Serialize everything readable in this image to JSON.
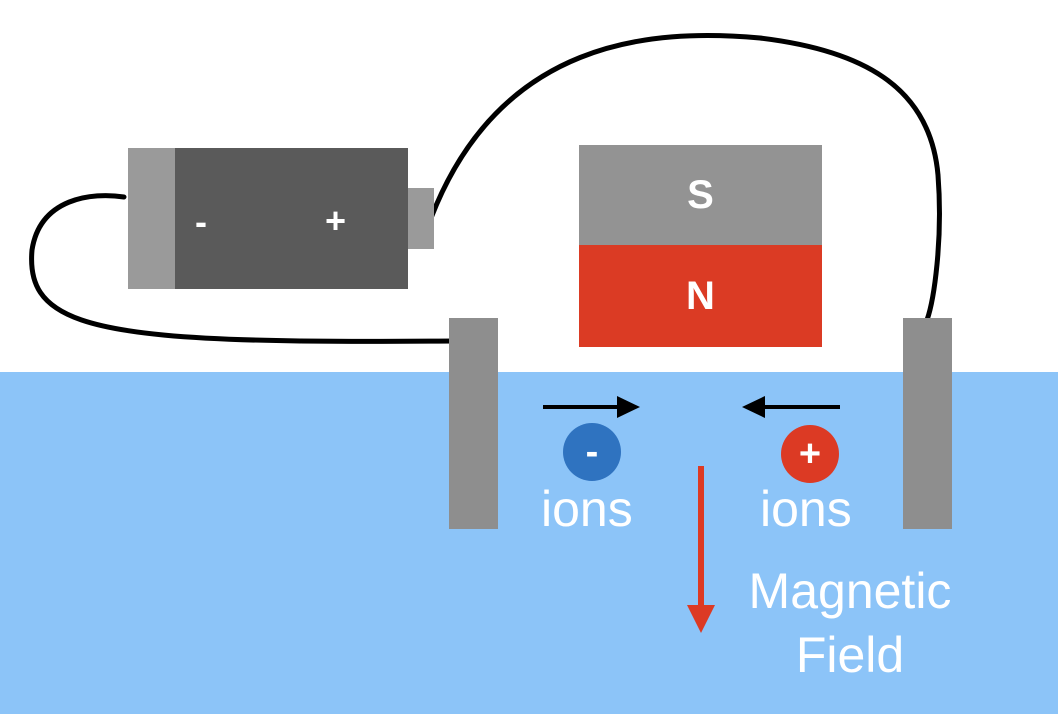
{
  "colors": {
    "water": "#8cc4f8",
    "battery_body": "#5a5a5a",
    "battery_terminal": "#9a9a9a",
    "magnet_south": "#939393",
    "magnet_north": "#db3b24",
    "electrode": "#8e8e8e",
    "wire": "#000000",
    "negative_ion": "#2f73c0",
    "positive_ion": "#dc3a24",
    "field_arrow": "#dc3a24",
    "ion_arrow": "#000000"
  },
  "battery": {
    "negative_label": "-",
    "positive_label": "+"
  },
  "magnet": {
    "south_label": "S",
    "north_label": "N"
  },
  "ions": {
    "negative": {
      "badge": "-",
      "label": "ions",
      "direction": "right"
    },
    "positive": {
      "badge": "+",
      "label": "ions",
      "direction": "left"
    }
  },
  "magnetic_field": {
    "label_line1": "Magnetic",
    "label_line2": "Field",
    "direction": "down"
  }
}
